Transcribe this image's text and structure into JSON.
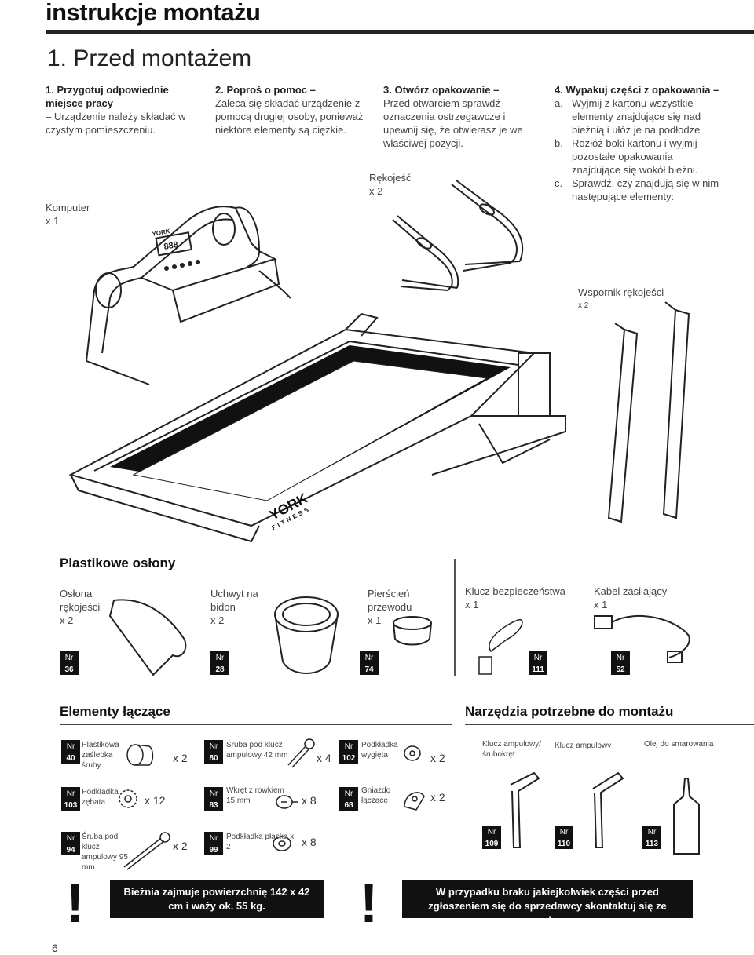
{
  "page": {
    "title": "instrukcje montażu",
    "subtitle": "1. Przed montażem",
    "page_number": "6"
  },
  "steps": [
    {
      "heading": "1. Przygotuj odpowiednie miejsce pracy",
      "text": "– Urządzenie należy składać w czystym pomieszczeniu."
    },
    {
      "heading": "2. Poproś o pomoc –",
      "text": "Zaleca się składać urządzenie z pomocą drugiej osoby, ponieważ niektóre elementy są ciężkie."
    },
    {
      "heading": "3. Otwórz opakowanie –",
      "text": "Przed otwarciem sprawdź oznaczenia ostrzegawcze i upewnij się, że otwierasz je we właściwej pozycji."
    },
    {
      "heading": "4. Wypakuj części z opakowania –",
      "items": [
        {
          "letter": "a.",
          "text": "Wyjmij z kartonu wszystkie elementy znajdujące się nad bieżnią i ułóż je na podłodze"
        },
        {
          "letter": "b.",
          "text": "Rozłóż boki kartonu i wyjmij pozostałe opakowania znajdujące się wokół bieżni."
        },
        {
          "letter": "c.",
          "text": "Sprawdź, czy znajdują się w nim następujące elementy:"
        }
      ]
    }
  ],
  "main_parts": {
    "computer": {
      "label": "Komputer",
      "qty": "x 1"
    },
    "handle": {
      "label": "Rękojeść",
      "qty": "x 2"
    },
    "handle_support": {
      "label": "Wspornik rękojeści",
      "qty": "x 2"
    },
    "brand": {
      "name": "YORK",
      "sub": "FITNESS"
    },
    "display": "888"
  },
  "plastic_covers": {
    "heading": "Plastikowe osłony",
    "items": [
      {
        "label": "Osłona rękojeści",
        "qty": "x 2",
        "nr_label": "Nr",
        "nr": "36"
      },
      {
        "label": "Uchwyt na bidon",
        "qty": "x 2",
        "nr_label": "Nr",
        "nr": "28"
      },
      {
        "label": "Pierścień przewodu",
        "qty": "x 1",
        "nr_label": "Nr",
        "nr": "74"
      }
    ]
  },
  "other_parts": [
    {
      "label": "Klucz bezpieczeństwa",
      "qty": "x 1",
      "nr_label": "Nr",
      "nr": "111"
    },
    {
      "label": "Kabel zasilający",
      "qty": "x 1",
      "nr_label": "Nr",
      "nr": "52"
    }
  ],
  "fasteners": {
    "heading": "Elementy łączące",
    "items": [
      {
        "nr_label": "Nr",
        "nr": "40",
        "label": "Plastikowa zaślepka śruby",
        "qty": "x 2"
      },
      {
        "nr_label": "Nr",
        "nr": "80",
        "label": "Śruba pod klucz ampulowy 42 mm",
        "qty": "x 4"
      },
      {
        "nr_label": "Nr",
        "nr": "102",
        "label": "Podkładka wygięta",
        "qty": "x 2"
      },
      {
        "nr_label": "Nr",
        "nr": "103",
        "label": "Podkładka zębata",
        "qty": "x 12"
      },
      {
        "nr_label": "Nr",
        "nr": "83",
        "label": "Wkręt z rowkiem 15 mm",
        "qty": "x 8"
      },
      {
        "nr_label": "Nr",
        "nr": "68",
        "label": "Gniazdo łączące",
        "qty": "x 2"
      },
      {
        "nr_label": "Nr",
        "nr": "94",
        "label": "Śruba pod klucz ampulowy 95 mm",
        "qty": "x 2"
      },
      {
        "nr_label": "Nr",
        "nr": "99",
        "label": "Podkładka płaska x 2",
        "qty": "x 8"
      }
    ]
  },
  "tools": {
    "heading": "Narzędzia potrzebne do montażu",
    "items": [
      {
        "label": "Klucz ampulowy/ śrubokręt",
        "nr_label": "Nr",
        "nr": "109"
      },
      {
        "label": "Klucz ampulowy",
        "nr_label": "Nr",
        "nr": "110"
      },
      {
        "label": "Olej do smarowania",
        "nr_label": "Nr",
        "nr": "113"
      }
    ]
  },
  "warnings": [
    {
      "icon": "!",
      "text": "Bieżnia zajmuje powierzchnię 142 x 42 cm i waży ok. 55 kg."
    },
    {
      "icon": "!",
      "text": "W przypadku braku jakiejkolwiek części przed zgłoszeniem się do sprzedawcy skontaktuj się ze sprzedawcą"
    }
  ]
}
